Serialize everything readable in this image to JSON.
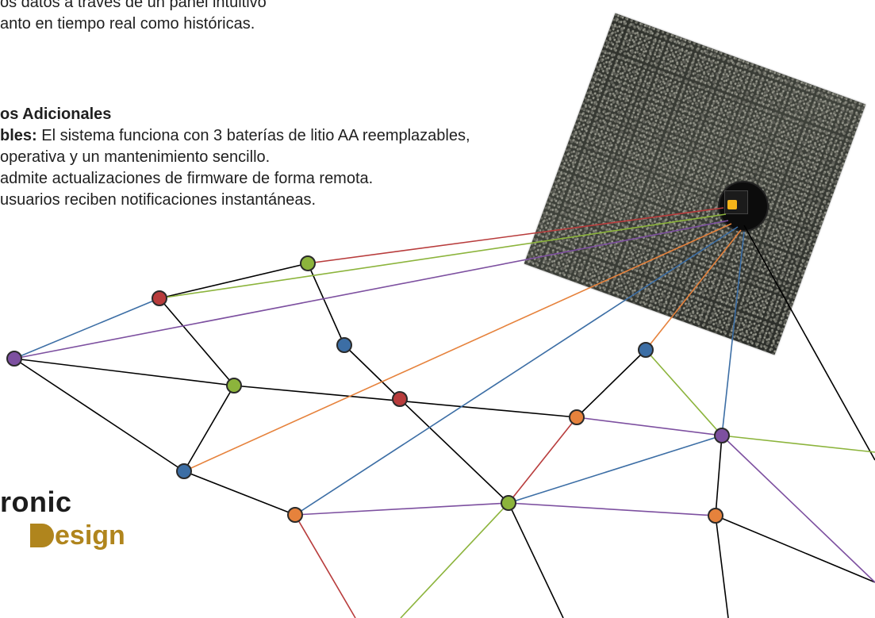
{
  "intro": {
    "line1": "os datos a través de un panel intuitivo",
    "line2": "anto en tiempo real como históricas."
  },
  "extras": {
    "heading": "os Adicionales",
    "line1_bold": "bles:",
    "line1_rest": " El sistema funciona con 3 baterías de litio AA reemplazables,",
    "line2": " operativa y un mantenimiento sencillo.",
    "line3": " admite actualizaciones de firmware de forma remota.",
    "line4": " usuarios reciben notificaciones instantáneas."
  },
  "logo": {
    "top": "ronic",
    "bottom": "esign"
  },
  "colors": {
    "red": "#b83c3c",
    "green": "#8cb43c",
    "blue": "#3c6ea5",
    "purple": "#7d50a0",
    "orange": "#e6823c",
    "black": "#000000",
    "logo_gold": "#b0851d"
  }
}
